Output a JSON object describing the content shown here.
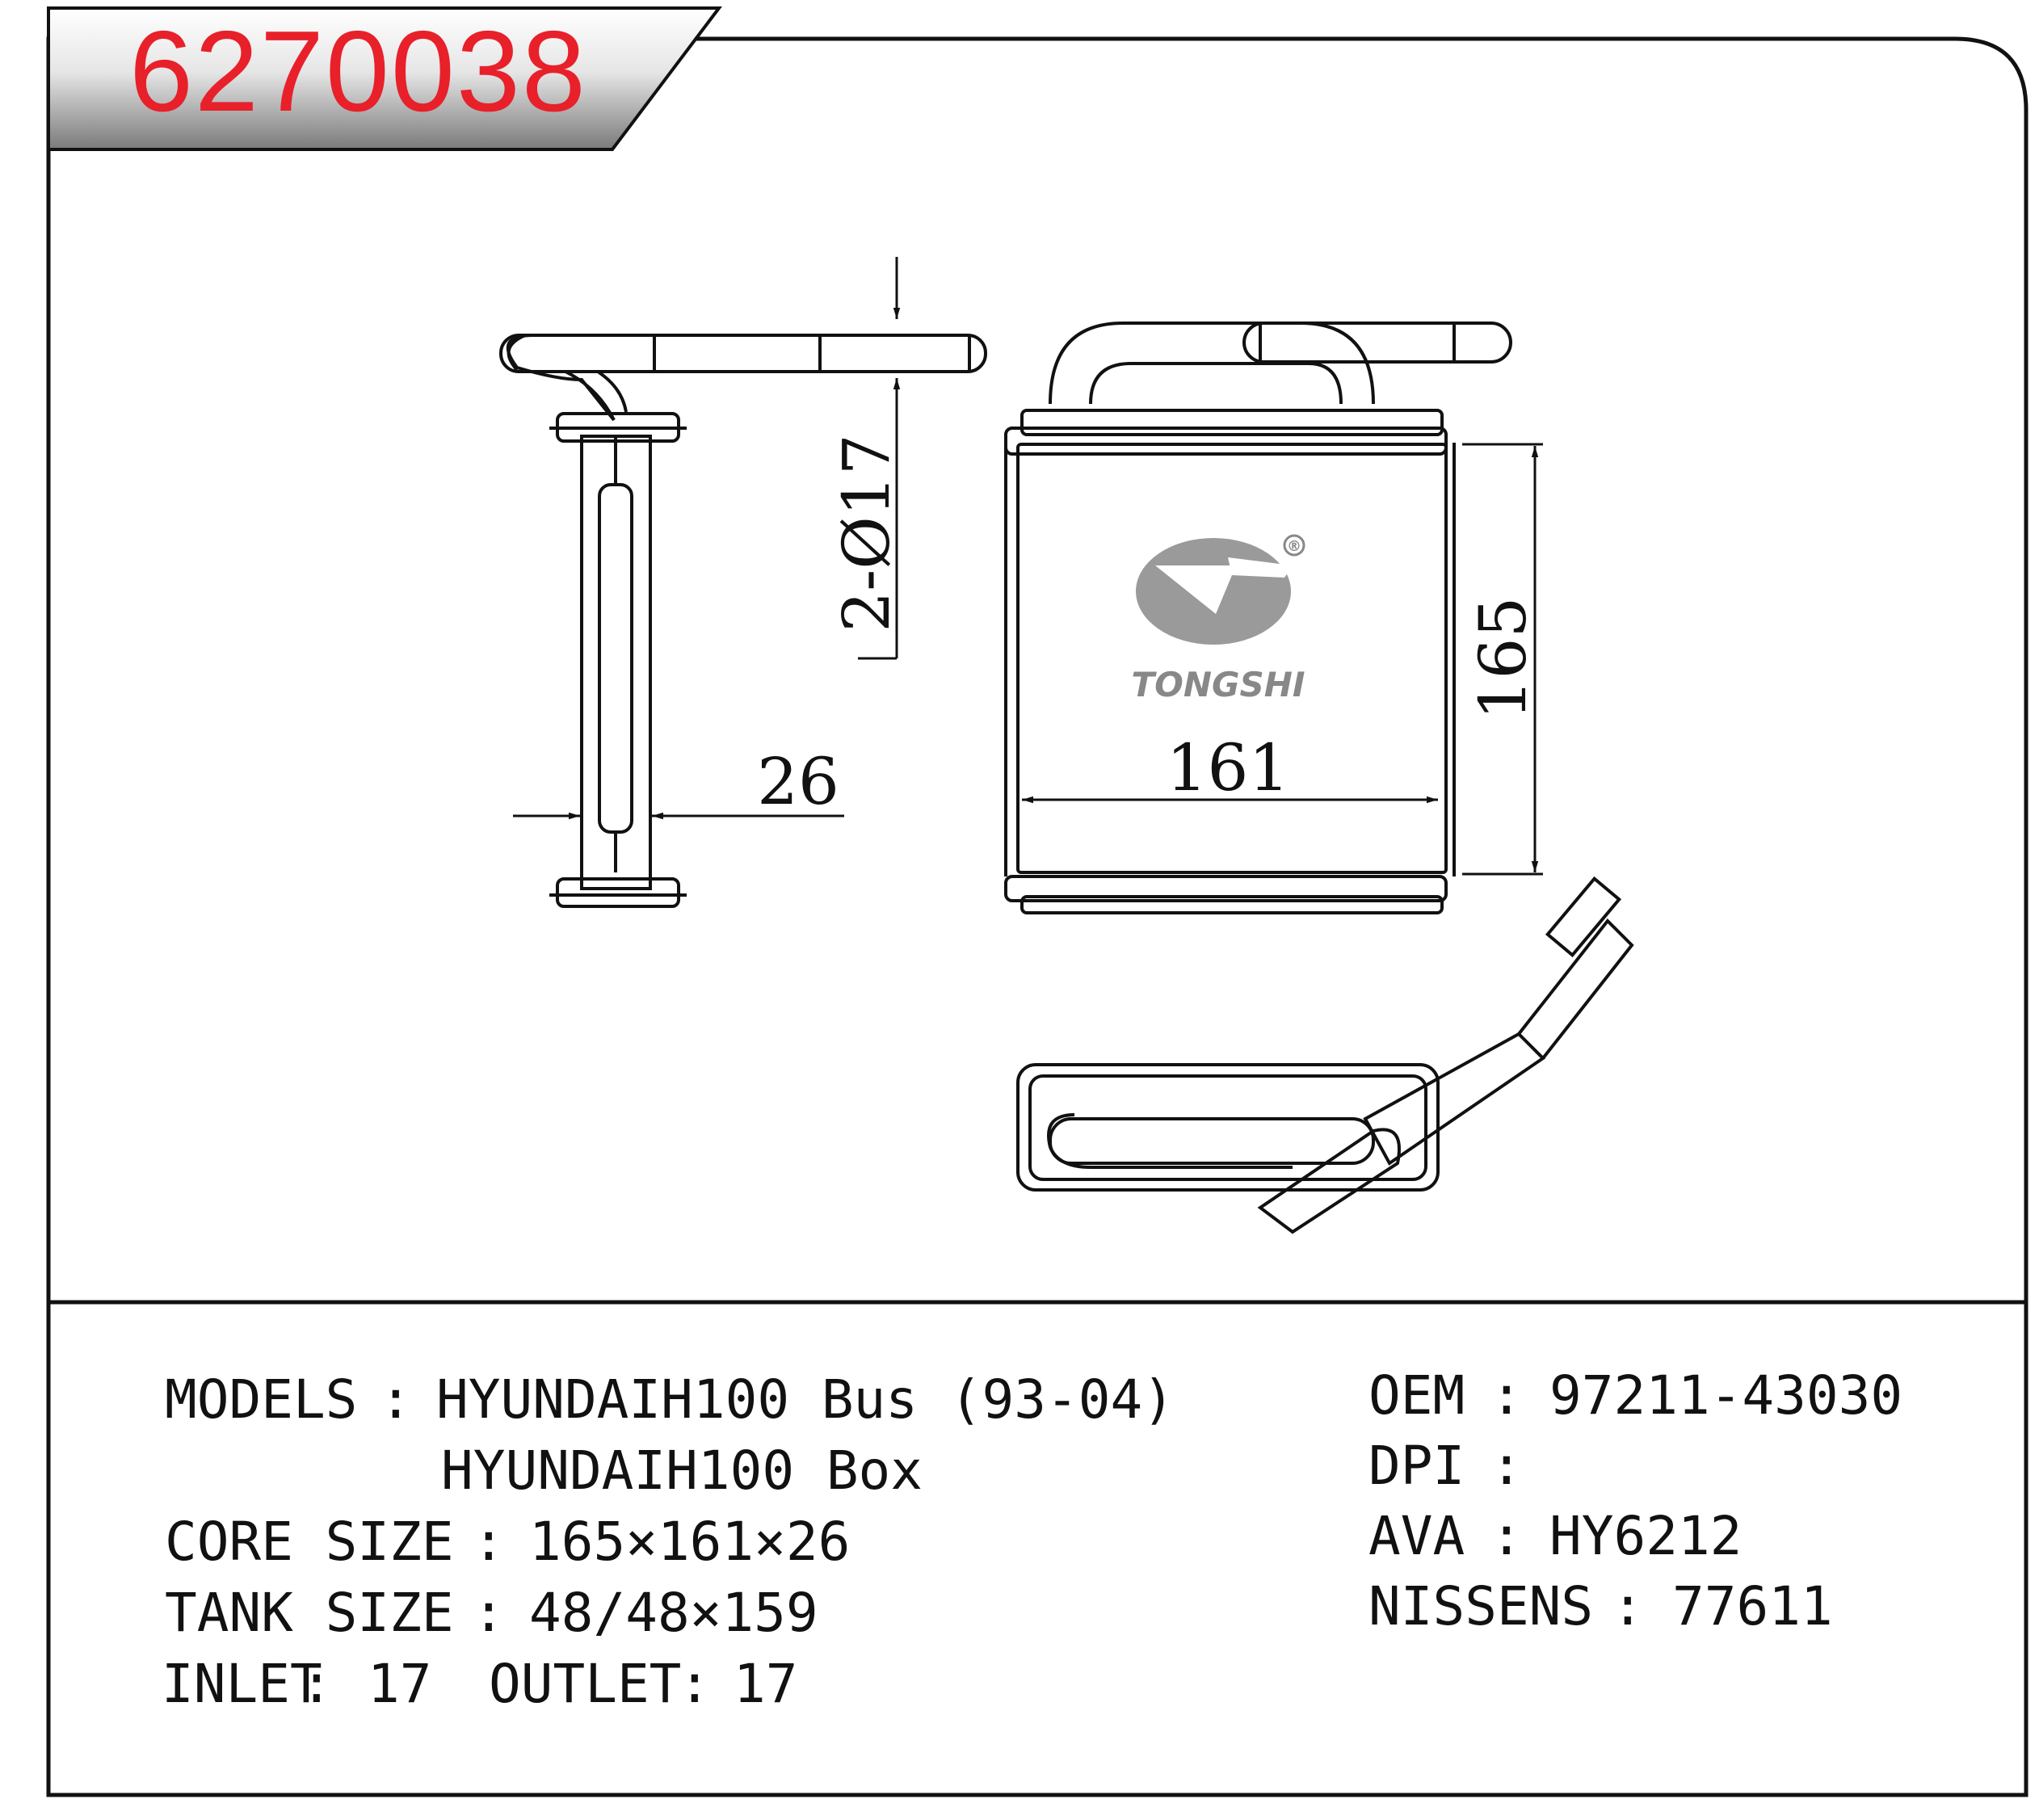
{
  "header": {
    "part_number": "6270038",
    "accent": "#e8202a"
  },
  "drawing": {
    "dims": {
      "pipe_diameter": "2-Ø17",
      "thickness": "26",
      "width": "161",
      "height": "165"
    },
    "logo": {
      "brand": "TONGSHI",
      "mark": "®",
      "icon": "tongshi-logo-icon"
    }
  },
  "specs": {
    "models_label": "MODELS",
    "models_value_1": "HYUNDAIH100 Bus (93-04)",
    "models_value_2": "HYUNDAIH100 Box",
    "core_label": "CORE SIZE",
    "core_value": "165×161×26",
    "tank_label": "TANK SIZE",
    "tank_value": "48/48×159",
    "inlet_label": "INLET",
    "inlet_value": "17",
    "outlet_label": "OUTLET",
    "outlet_value": "17",
    "oem_label": "OEM",
    "oem_value": "97211-43030",
    "dpi_label": "DPI",
    "dpi_value": "",
    "ava_label": "AVA",
    "ava_value": "HY6212",
    "nissens_label": "NISSENS",
    "nissens_value": "77611",
    "colon": ":"
  }
}
